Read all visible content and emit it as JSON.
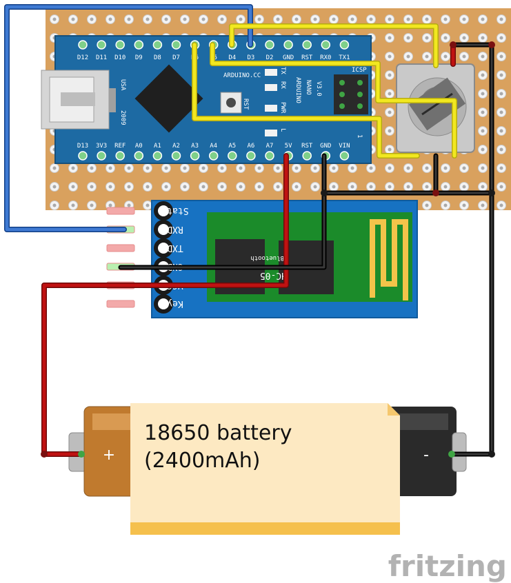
{
  "nano": {
    "top_pins": [
      "D12",
      "D11",
      "D10",
      "D9",
      "D8",
      "D7",
      "D6",
      "D5",
      "D4",
      "D3",
      "D2",
      "GND",
      "RST",
      "RX0",
      "TX1"
    ],
    "bottom_pins": [
      "D13",
      "3V3",
      "REF",
      "A0",
      "A1",
      "A2",
      "A3",
      "A4",
      "A5",
      "A6",
      "A7",
      "5V",
      "RST",
      "GND",
      "VIN"
    ],
    "brand": "ARDUINO.CC",
    "model": [
      "ARDUINO",
      "NANO",
      "V3.0"
    ],
    "usa": "USA",
    "year": "2009",
    "rst": "RST",
    "icsp": "ICSP",
    "tx": "TX",
    "rx": "RX",
    "pwr": "PWR",
    "l": "L",
    "one": "1"
  },
  "hc05": {
    "pins": [
      "State",
      "RXD",
      "TXD",
      "GND",
      "VCC",
      "Key"
    ],
    "name": "HC-05",
    "sub": "Bluetooth"
  },
  "battery": {
    "plus": "+",
    "minus": "-",
    "note_line1": "18650 battery",
    "note_line2": "(2400mAh)"
  },
  "watermark": "fritzing",
  "colors": {
    "board": "#d9a15e",
    "nano": "#1d6aa3",
    "hc05": "#1772c2",
    "wire_yellow": "#f2e820",
    "wire_red": "#c01212",
    "wire_black": "#1a1a1a",
    "wire_blue": "#2d6ac7",
    "note": "#fde9c2"
  }
}
